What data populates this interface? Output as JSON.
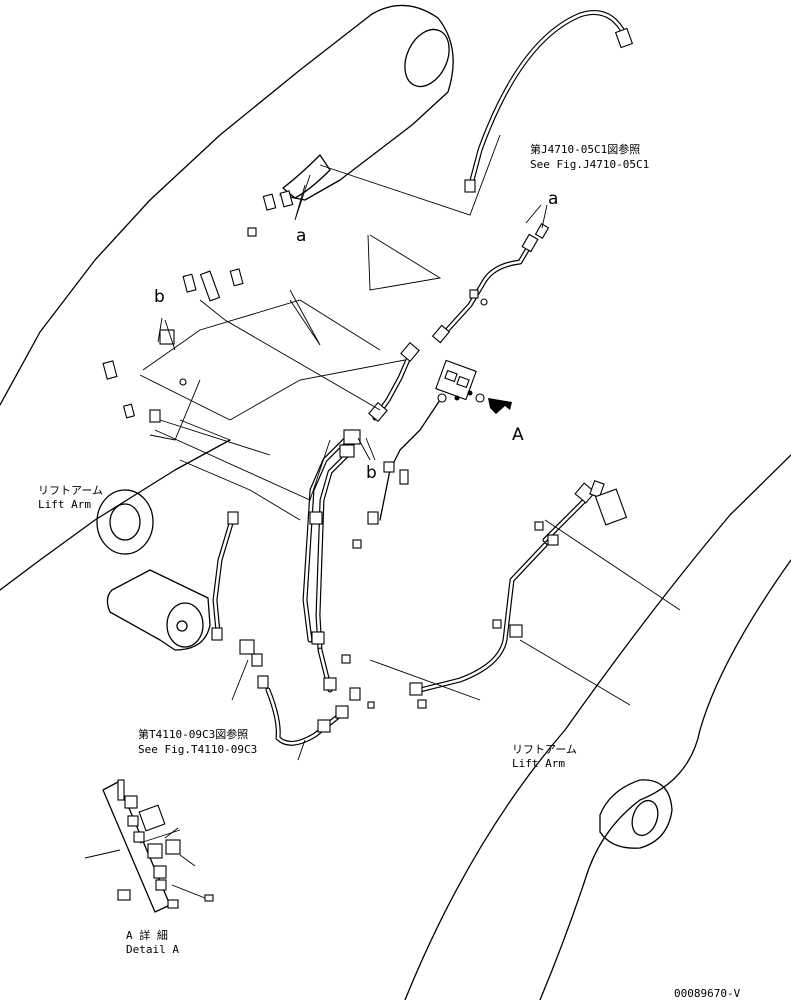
{
  "labels": {
    "ref_upper_jp": "第J4710-05C1図参照",
    "ref_upper_en": "See Fig.J4710-05C1",
    "ref_lower_jp": "第T4110-09C3図参照",
    "ref_lower_en": "See Fig.T4110-09C3",
    "lift_arm_left_jp": "リフトアーム",
    "lift_arm_left_en": "Lift Arm",
    "lift_arm_right_jp": "リフトアーム",
    "lift_arm_right_en": "Lift Arm",
    "detail_jp": "A 詳 細",
    "detail_en": "Detail A",
    "drawing_number": "00089670-V"
  },
  "markers": {
    "a": "a",
    "b": "b",
    "A": "A"
  }
}
